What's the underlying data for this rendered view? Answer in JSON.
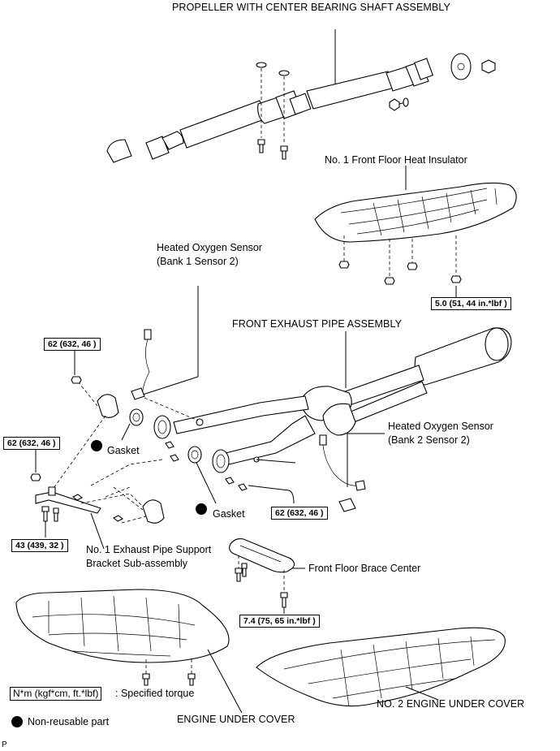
{
  "labels": {
    "propeller_shaft": "PROPELLER WITH CENTER BEARING SHAFT ASSEMBLY",
    "heat_insulator": "No. 1 Front Floor Heat Insulator",
    "oxygen_sensor_b1_line1": "Heated Oxygen Sensor",
    "oxygen_sensor_b1_line2": "(Bank 1 Sensor 2)",
    "front_exhaust_pipe": "FRONT EXHAUST PIPE ASSEMBLY",
    "oxygen_sensor_b2_line1": "Heated Oxygen Sensor",
    "oxygen_sensor_b2_line2": "(Bank 2 Sensor 2)",
    "gasket_1": "Gasket",
    "gasket_2": "Gasket",
    "support_bracket_line1": "No. 1 Exhaust Pipe Support",
    "support_bracket_line2": "Bracket Sub-assembly",
    "floor_brace": "Front Floor Brace Center",
    "engine_under_cover": "ENGINE UNDER COVER",
    "no2_engine_under_cover": "NO. 2 ENGINE UNDER COVER",
    "corner_mark": "P"
  },
  "torque": {
    "insulator_nut": "5.0 (51, 44 in.*lbf )",
    "sensor_b1": "62 (632, 46 )",
    "bracket_upper": "62 (632, 46 )",
    "bracket_lower": "43 (439, 32 )",
    "exhaust_flange": "62 (632, 46 )",
    "brace_center": "7.4 (75, 65 in.*lbf )"
  },
  "legend": {
    "torque_unit": "N*m (kgf*cm, ft.*lbf)",
    "torque_desc": ": Specified torque",
    "non_reusable": "Non-reusable part"
  }
}
